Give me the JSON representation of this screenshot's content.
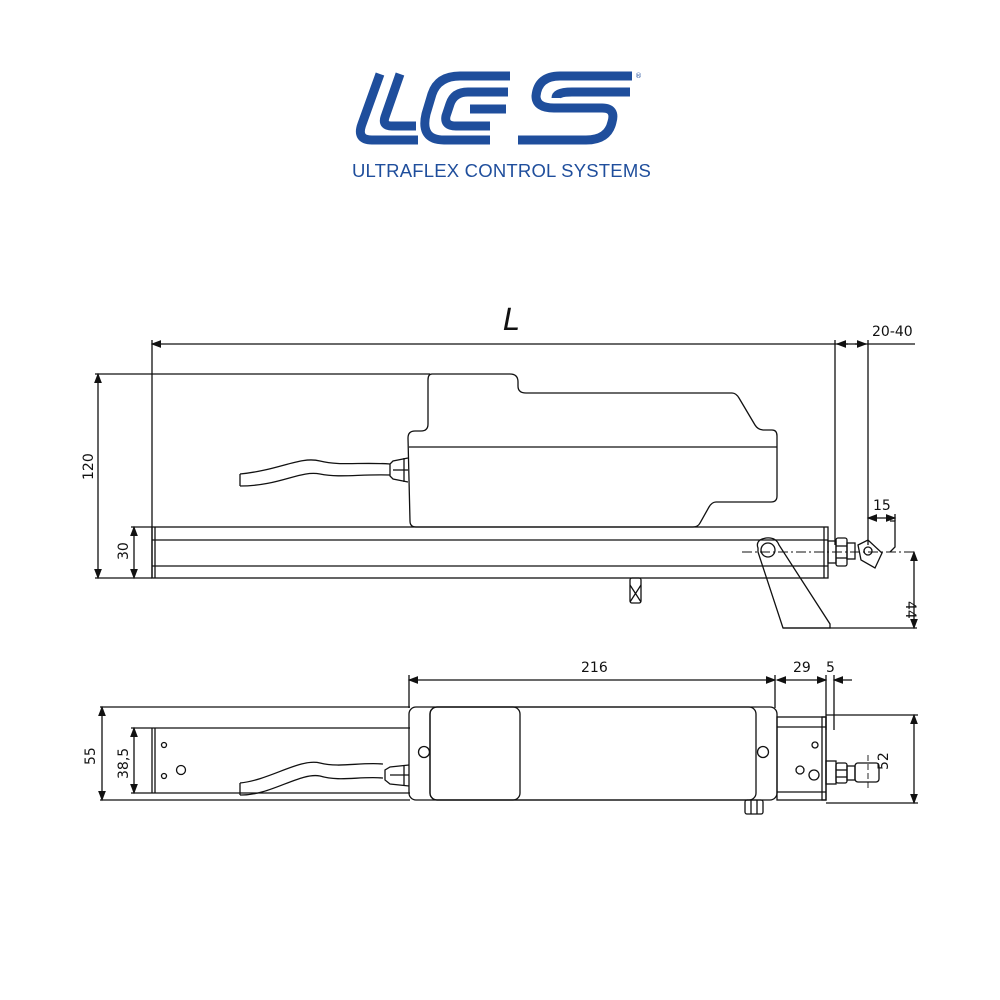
{
  "brand": {
    "logo_mark": "UCS",
    "company_name": "ULTRAFLEX CONTROL SYSTEMS",
    "brand_color": "#1f4e9c"
  },
  "drawing": {
    "line_color": "#111111",
    "side_view": {
      "overall_length_label": "L",
      "stroke_range_label": "20-40",
      "height_label": "120",
      "rail_height_label": "30",
      "bracket_offset_label": "15",
      "bracket_height_label": "44"
    },
    "top_view": {
      "motor_length_label": "216",
      "bracket_width_label": "29",
      "plate_thickness_label": "5",
      "overall_width_label": "55",
      "rail_width_label": "38,5",
      "bracket_height_label": "52"
    }
  }
}
